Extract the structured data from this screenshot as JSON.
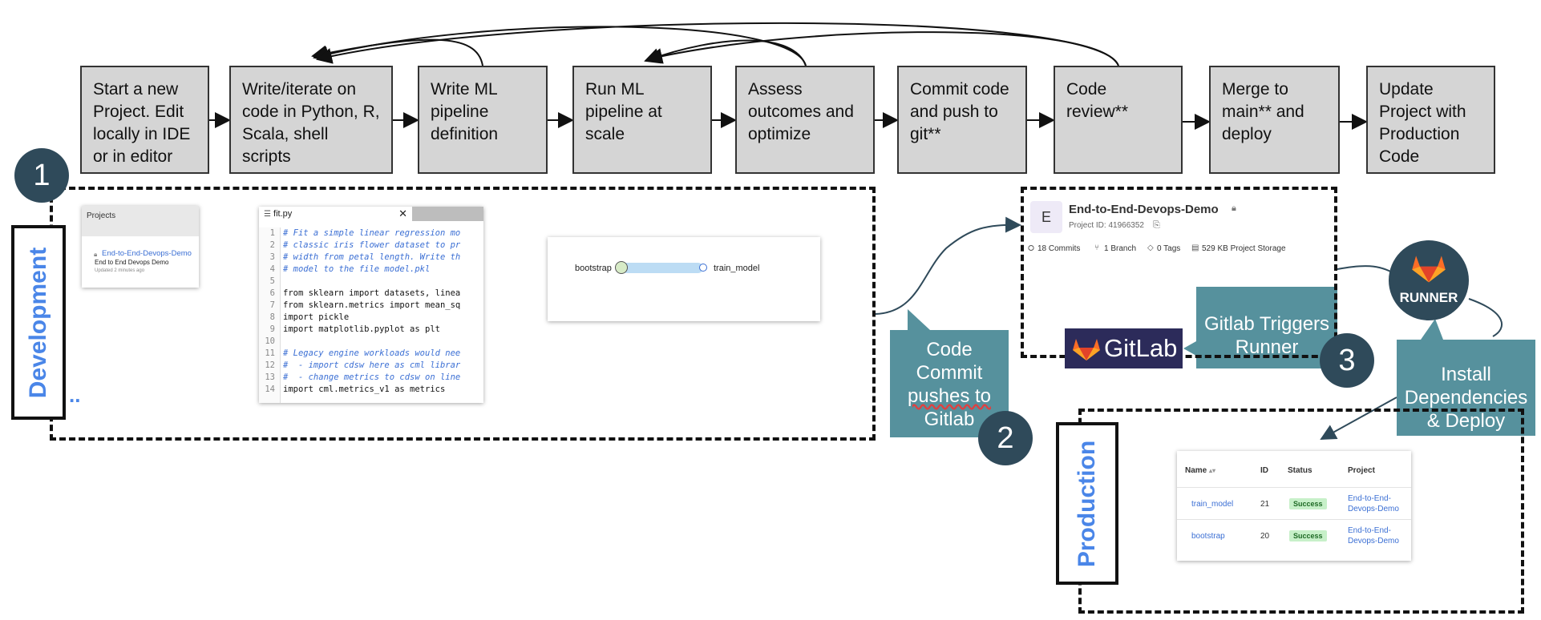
{
  "steps": [
    "Start a new Project. Edit locally in IDE or in editor",
    "Write/iterate on code in Python, R, Scala, shell scripts",
    "Write ML pipeline definition",
    "Run ML pipeline at scale",
    "Assess outcomes and optimize",
    "Commit code and push to git**",
    "Code review**",
    "Merge to main** and deploy",
    "Update Project with Production Code"
  ],
  "numbers": [
    "1",
    "2",
    "3"
  ],
  "labels": {
    "development": "Development",
    "production": "Production",
    "dots": ".."
  },
  "projects_card": {
    "header": "Projects",
    "project_name": "End-to-End-Devops-Demo",
    "project_desc": "End to End Devops Demo",
    "updated": "Updated 2 minutes ago"
  },
  "editor": {
    "tab": "fit.py",
    "lines": [
      {
        "n": "1",
        "t": "# Fit a simple linear regression mo"
      },
      {
        "n": "2",
        "t": "# classic iris flower dataset to pr"
      },
      {
        "n": "3",
        "t": "# width from petal length. Write th"
      },
      {
        "n": "4",
        "t": "# model to the file model.pkl"
      },
      {
        "n": "5",
        "t": ""
      },
      {
        "n": "6",
        "t": "from sklearn import datasets, linea"
      },
      {
        "n": "7",
        "t": "from sklearn.metrics import mean_sq"
      },
      {
        "n": "8",
        "t": "import pickle"
      },
      {
        "n": "9",
        "t": "import matplotlib.pyplot as plt"
      },
      {
        "n": "10",
        "t": ""
      },
      {
        "n": "11",
        "t": "# Legacy engine workloads would nee"
      },
      {
        "n": "12",
        "t": "#  - import cdsw here as cml librar"
      },
      {
        "n": "13",
        "t": "#  - change metrics to cdsw on line"
      },
      {
        "n": "14",
        "t": "import cml.metrics_v1 as metrics"
      }
    ]
  },
  "pipeline": {
    "from": "bootstrap",
    "to": "train_model"
  },
  "gitlab_project": {
    "avatar": "E",
    "name": "End-to-End-Devops-Demo",
    "project_id": "Project ID: 41966352",
    "stats": [
      "18 Commits",
      "1 Branch",
      "0 Tags",
      "529 KB Project Storage"
    ]
  },
  "gitlab_logo": "GitLab",
  "runner": "RUNNER",
  "callouts": {
    "commit": [
      "Code",
      "Commit",
      "pushes to",
      "Gitlab"
    ],
    "trigger": [
      "Gitlab Triggers",
      "Runner"
    ],
    "install": [
      "Install",
      "Dependencies",
      "& Deploy"
    ]
  },
  "jobs_table": {
    "headers": [
      "Name",
      "ID",
      "Status",
      "Project"
    ],
    "rows": [
      {
        "name": "train_model",
        "id": "21",
        "status": "Success",
        "project": [
          "End-to-End-",
          "Devops-Demo"
        ]
      },
      {
        "name": "bootstrap",
        "id": "20",
        "status": "Success",
        "project": [
          "End-to-End-",
          "Devops-Demo"
        ]
      }
    ]
  },
  "colors": {
    "step_fill": "#d5d5d5",
    "callout": "#56919d",
    "badge": "#2f4a5a",
    "label_blue": "#4a86e8",
    "gitlab_bg": "#2c2b5a"
  }
}
